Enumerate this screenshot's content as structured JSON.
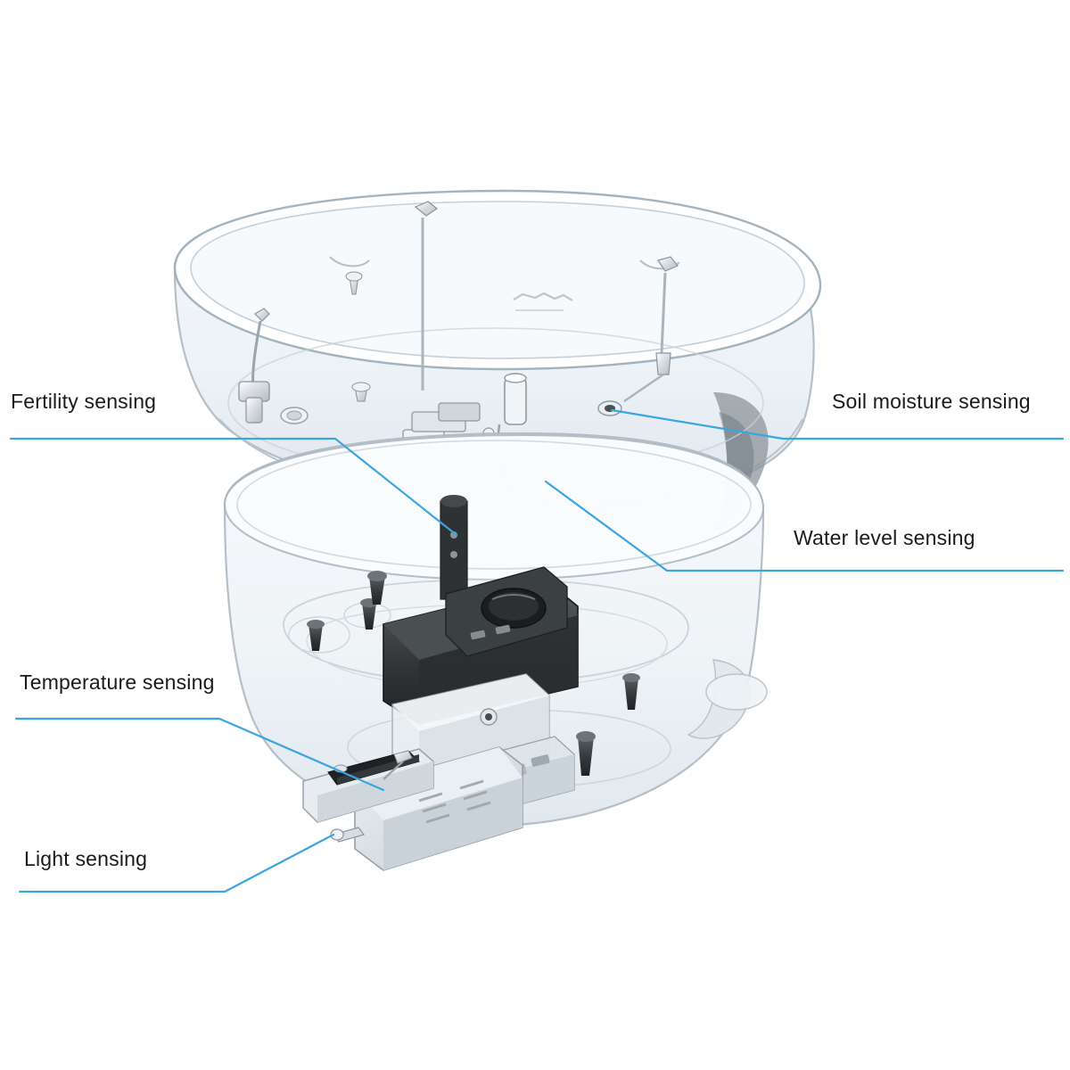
{
  "diagram": {
    "title": "Smart planter exploded view with sensor callouts",
    "accent_color": "#3aa5de",
    "label_color": "#1a1a1a",
    "background": "#ffffff",
    "callouts": [
      {
        "id": "fertility",
        "label": "Fertility sensing",
        "side": "left"
      },
      {
        "id": "temperature",
        "label": "Temperature sensing",
        "side": "left"
      },
      {
        "id": "light",
        "label": "Light sensing",
        "side": "left"
      },
      {
        "id": "soil",
        "label": "Soil moisture sensing",
        "side": "right"
      },
      {
        "id": "water",
        "label": "Water level sensing",
        "side": "right"
      }
    ]
  }
}
